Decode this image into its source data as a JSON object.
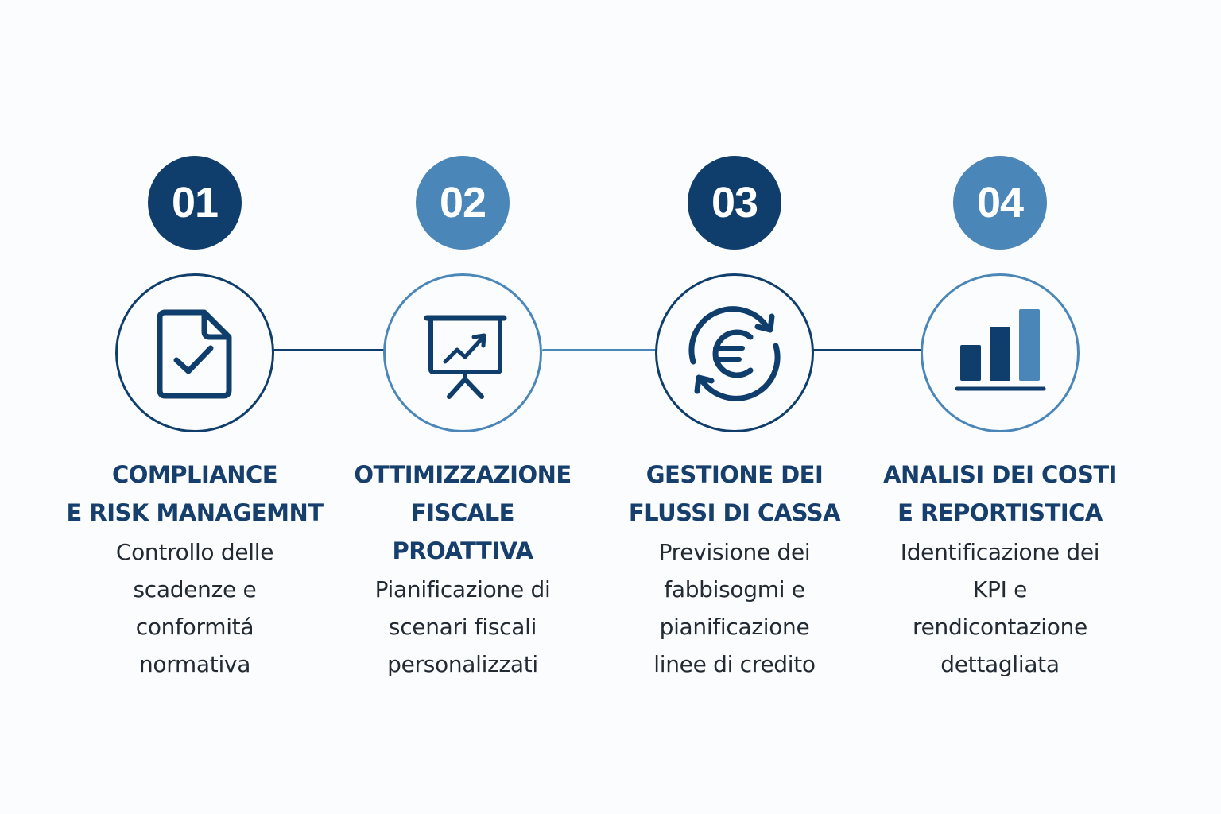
{
  "colors": {
    "dark_blue": "#103e6c",
    "light_blue": "#4a86b8",
    "background": "#fbfcfd",
    "title_text": "#163f6d",
    "body_text": "#222a33"
  },
  "steps": [
    {
      "number": "01",
      "icon": "document-check-icon",
      "title_lines": [
        "COMPLIANCE",
        "E RISK MANAGEMNT"
      ],
      "description_lines": [
        "Controllo delle",
        "scadenze e",
        "conformitá",
        "normativa"
      ]
    },
    {
      "number": "02",
      "icon": "presentation-chart-icon",
      "title_lines": [
        "OTTIMIZZAZIONE",
        "FISCALE",
        "PROATTIVA"
      ],
      "description_lines": [
        "Pianificazione di",
        "scenari fiscali",
        "personalizzati"
      ]
    },
    {
      "number": "03",
      "icon": "euro-exchange-icon",
      "title_lines": [
        "GESTIONE DEI",
        "FLUSSI DI CASSA"
      ],
      "description_lines": [
        "Previsione dei",
        "fabbisogmi e",
        "pianificazione",
        "linee di credito"
      ]
    },
    {
      "number": "04",
      "icon": "bar-chart-icon",
      "title_lines": [
        "ANALISI DEI COSTI",
        "E REPORTISTICA"
      ],
      "description_lines": [
        "Identificazione dei",
        "KPI e",
        "rendicontazione",
        "dettagliata"
      ]
    }
  ]
}
